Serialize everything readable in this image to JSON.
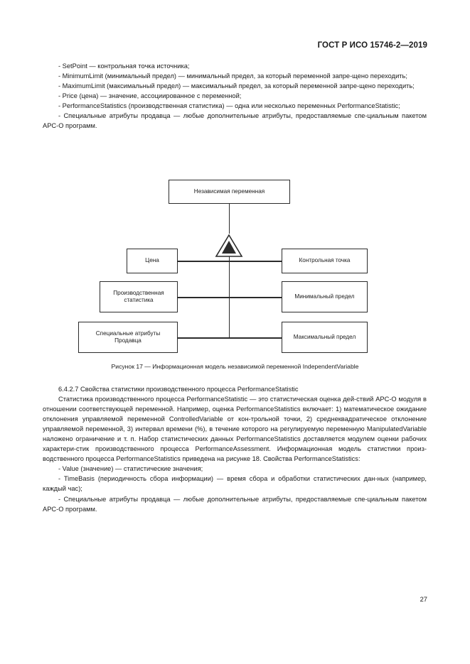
{
  "header": {
    "standard_title": "ГОСТ Р ИСО 15746-2—2019"
  },
  "body_top": {
    "paragraphs": [
      "- SetPoint — контрольная точка источника;",
      "- MinimumLimit (минимальный предел) — минимальный предел, за который переменной запре-щено переходить;",
      "- MaximumLimit (максимальный предел) — максимальный предел, за который переменной запре-щено переходить;",
      "- Price (цена) — значение, ассоциированное с переменной;",
      "- PerformanceStatistics (производственная статистика) — одна или несколько переменных PerformanceStatistic;",
      "- Специальные атрибуты продавца — любые дополнительные атрибуты, предоставляемые спе-циальным пакетом APC-O программ."
    ]
  },
  "figure": {
    "root_box": "Независимая переменная",
    "generalization_icon": "triangle-generalization-icon",
    "left_boxes": [
      "Цена",
      "Производственная статистика",
      "Специальные атрибуты Продавца"
    ],
    "right_boxes": [
      "Контрольная точка",
      "Минимальный предел",
      "Максимальный предел"
    ],
    "caption": "Рисунок 17 — Информационная модель независимой переменной IndependentVariable",
    "line_color": "#2b2b2b"
  },
  "body_bottom": {
    "section_heading": "6.4.2.7 Свойства статистики производственного процесса PerformanceStatistic",
    "paragraphs": [
      "Статистика производственного процесса PerformanceStatistic — это статистическая оценка дей-ствий APC-O модуля в отношении соответствующей переменной. Например, оценка PerformanceStatistics включает: 1) математическое ожидание отклонения управляемой переменной ControlledVariable от кон-трольной точки, 2) среднеквадратическое отклонение управляемой переменной, 3) интервал времени (%), в течение которого на регулируемую переменную ManipulatedVariable наложено ограничение и т. п. Набор статистических данных PerformanceStatistics доставляется модулем оценки рабочих характери-стик производственного процесса PerformanceAssessment. Информационная модель статистики произ-водственного процесса PerformanceStatistics приведена на рисунке 18. Свойства PerformanceStatistics:",
      "- Value (значение) — статистические значения;",
      "- TimeBasis (периодичность сбора информации) — время сбора и обработки статистических дан-ных (например, каждый час);",
      "- Специальные атрибуты продавца — любые дополнительные атрибуты, предоставляемые спе-циальным пакетом APC-O программ."
    ]
  },
  "footer": {
    "page_number": "27"
  }
}
